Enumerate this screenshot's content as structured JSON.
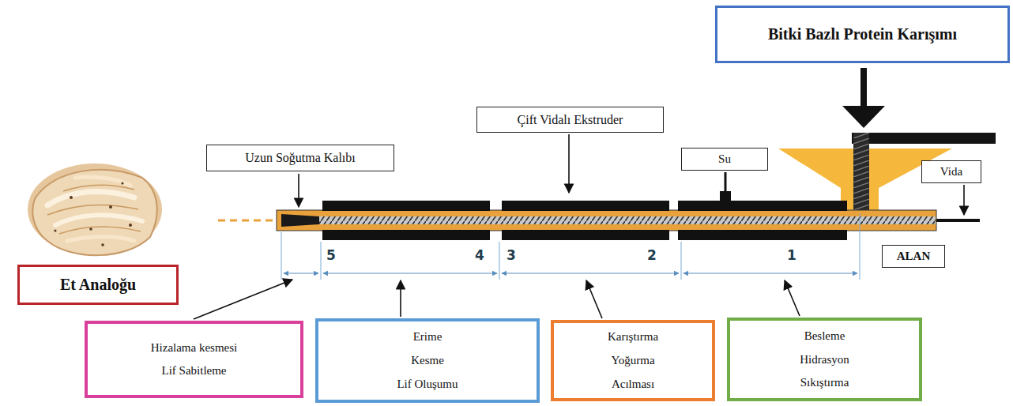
{
  "diagram": {
    "nodes": [
      {
        "text": [
          "Bitki Bazlı Protein Karışımı"
        ]
      },
      {
        "text": [
          "Çift Vidalı Ekstruder"
        ]
      },
      {
        "text": [
          "Uzun Soğutma Kalıbı"
        ]
      },
      {
        "text": [
          "Su"
        ]
      },
      {
        "text": [
          "Vida"
        ]
      },
      {
        "text": [
          "ALAN"
        ]
      },
      {
        "text": [
          "Et Analoğu"
        ]
      },
      {
        "text": [
          "Hizalama kesmesi",
          "Lif Sabitleme"
        ]
      },
      {
        "text": [
          "Erime",
          "Kesme",
          "Lif Oluşumu"
        ]
      },
      {
        "text": [
          "Karıştırma",
          "Yoğurma",
          "Acılması"
        ]
      },
      {
        "text": [
          "Besleme",
          "Hidrasyon",
          "Sıkıştırma"
        ]
      }
    ],
    "labels": [
      "5",
      "4",
      "3",
      "2",
      "1"
    ]
  }
}
